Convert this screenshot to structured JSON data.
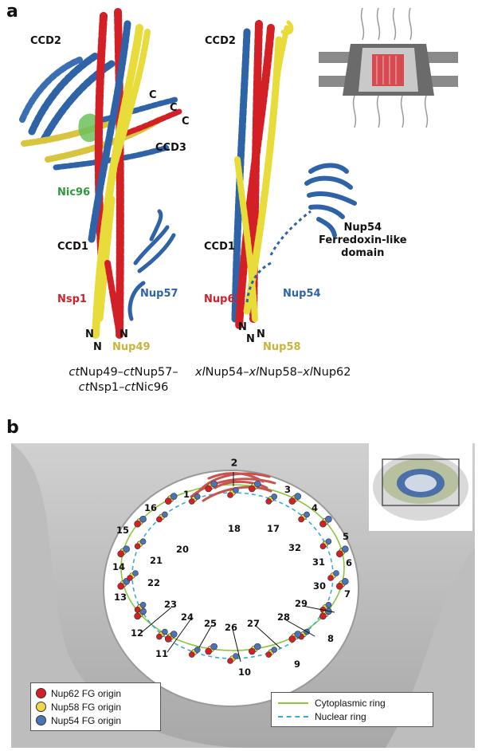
{
  "panel_a": {
    "letter": "a",
    "left": {
      "labels": {
        "ccd2": "CCD2",
        "ccd3": "CCD3",
        "ccd1": "CCD1",
        "c1": "C",
        "c2": "C",
        "c3": "C",
        "nic96": "Nic96",
        "nsp1": "Nsp1",
        "nup57": "Nup57",
        "nup49": "Nup49",
        "n1": "N",
        "n2": "N",
        "n3": "N"
      },
      "caption": {
        "l1_p1": "ct",
        "l1_p2": "Nup49–",
        "l1_p3": "ct",
        "l1_p4": "Nup57–",
        "l2_p1": "ct",
        "l2_p2": "Nsp1–",
        "l2_p3": "ct",
        "l2_p4": "Nic96"
      }
    },
    "right": {
      "labels": {
        "ccd2": "CCD2",
        "ccd1": "CCD1",
        "nup62": "Nup62",
        "nup54": "Nup54",
        "nup58": "Nup58",
        "n1": "N",
        "n2": "N",
        "n3": "N",
        "ferredoxin_l1": "Nup54",
        "ferredoxin_l2": "Ferredoxin-like",
        "ferredoxin_l3": "domain"
      },
      "caption": {
        "p1": "xl",
        "p2": "Nup54–",
        "p3": "xl",
        "p4": "Nup58–",
        "p5": "xl",
        "p6": "Nup62"
      }
    }
  },
  "panel_b": {
    "letter": "b",
    "positions": [
      "1",
      "2",
      "3",
      "4",
      "5",
      "6",
      "7",
      "8",
      "9",
      "10",
      "11",
      "12",
      "13",
      "14",
      "15",
      "16",
      "17",
      "18",
      "20",
      "21",
      "22",
      "23",
      "24",
      "25",
      "26",
      "27",
      "28",
      "29",
      "30",
      "31",
      "32"
    ],
    "legend_left": [
      {
        "label": "Nup62 FG origin",
        "color": "#d32027"
      },
      {
        "label": "Nup58 FG origin",
        "color": "#f0d64a"
      },
      {
        "label": "Nup54 FG origin",
        "color": "#4a73b8"
      }
    ],
    "legend_right": [
      {
        "label": "Cytoplasmic ring",
        "color": "#8cc63f",
        "style": "solid"
      },
      {
        "label": "Nuclear ring",
        "color": "#3aa9d6",
        "style": "dashed"
      }
    ]
  }
}
